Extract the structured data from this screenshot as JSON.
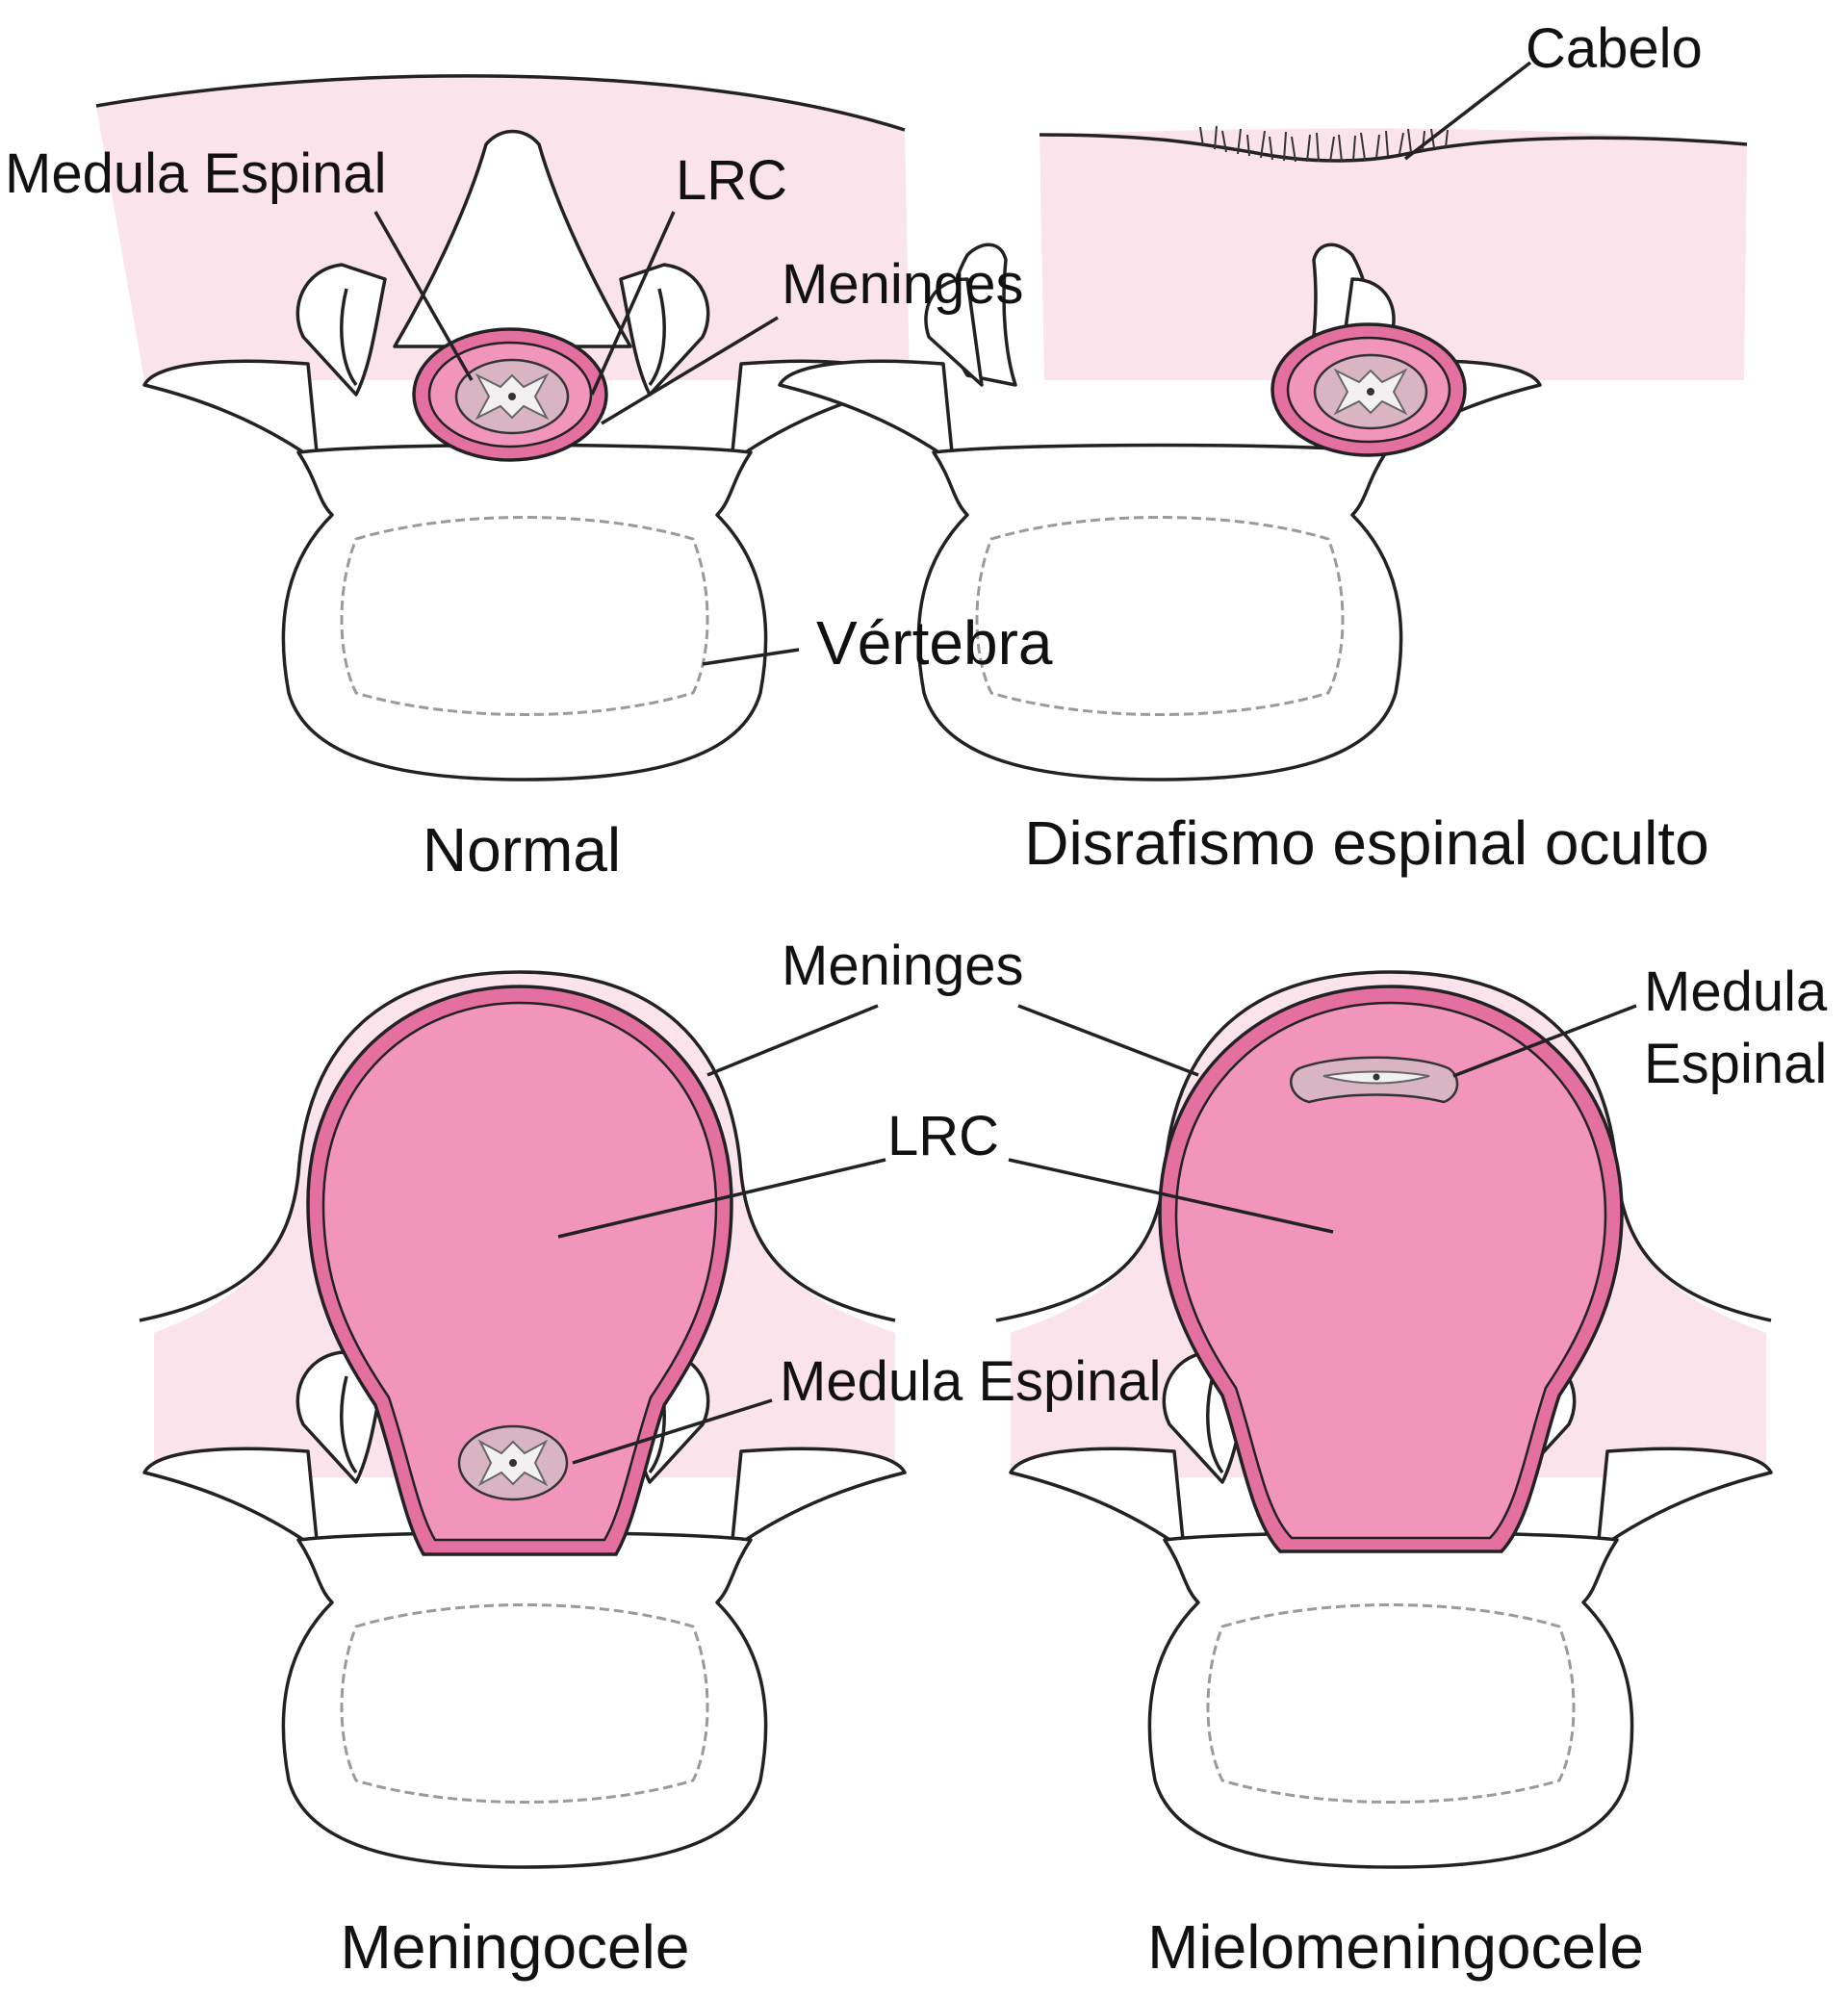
{
  "colors": {
    "skin_tissue": "#fbe3ec",
    "meninges": "#e46fa1",
    "csf": "#f195bd",
    "cord": "#d9b4c3",
    "gray_matter": "#f3f0f1",
    "bone": "#ffffff",
    "outline": "#222222"
  },
  "panels": {
    "normal": {
      "caption": "Normal",
      "labels": {
        "spinal_cord": "Medula Espinal",
        "csf": "LRC",
        "meninges": "Meninges",
        "vertebra": "Vértebra"
      }
    },
    "occult": {
      "caption": "Disrafismo espinal oculto",
      "labels": {
        "hair": "Cabelo"
      }
    },
    "meningocele": {
      "caption": "Meningocele",
      "labels": {
        "meninges": "Meninges",
        "csf": "LRC",
        "spinal_cord": "Medula Espinal"
      }
    },
    "myelomeningocele": {
      "caption": "Mielomeningocele",
      "labels": {
        "spinal_cord_line1": "Medula",
        "spinal_cord_line2": "Espinal"
      }
    }
  }
}
